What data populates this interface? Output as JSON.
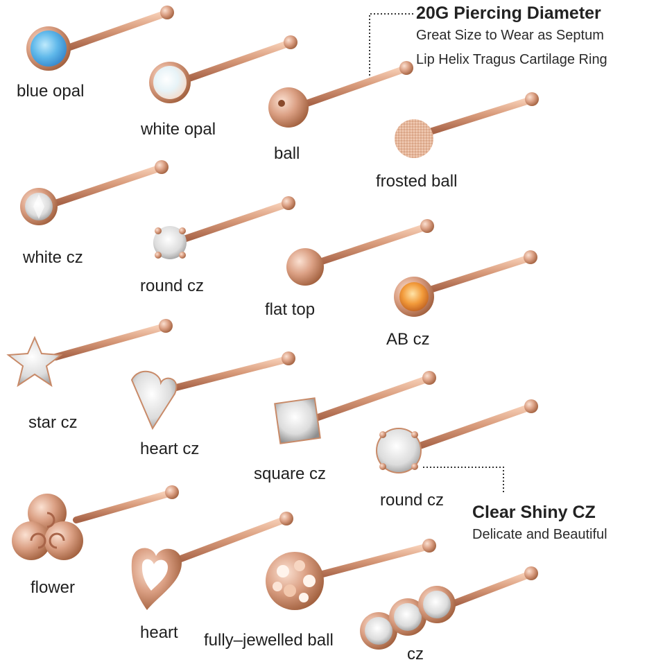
{
  "colors": {
    "metal": "#d89a78",
    "metal_light": "#f2c3a8",
    "metal_dark": "#a86448",
    "label_text": "#1f1f1f",
    "dotted_line": "#333333",
    "background": "#ffffff"
  },
  "callouts": {
    "top": {
      "title": "20G Piercing Diameter",
      "line1": "Great Size to Wear as Septum",
      "line2": "Lip Helix Tragus Cartilage Ring"
    },
    "middle": {
      "title": "Clear Shiny CZ",
      "line1": "Delicate and Beautiful"
    }
  },
  "items": [
    {
      "label": "blue opal",
      "icon": "blue-opal-stud"
    },
    {
      "label": "white opal",
      "icon": "white-opal-stud"
    },
    {
      "label": "ball",
      "icon": "ball-stud"
    },
    {
      "label": "frosted ball",
      "icon": "frosted-ball-stud"
    },
    {
      "label": "white cz",
      "icon": "white-cz-stud"
    },
    {
      "label": "round cz",
      "icon": "round-cz-stud"
    },
    {
      "label": "flat top",
      "icon": "flat-top-stud"
    },
    {
      "label": "AB cz",
      "icon": "ab-cz-stud"
    },
    {
      "label": "star cz",
      "icon": "star-cz-stud"
    },
    {
      "label": "heart cz",
      "icon": "heart-cz-stud"
    },
    {
      "label": "square cz",
      "icon": "square-cz-stud"
    },
    {
      "label": "round cz",
      "icon": "round-cz-prong-stud"
    },
    {
      "label": "flower",
      "icon": "flower-stud"
    },
    {
      "label": "heart",
      "icon": "heart-stud"
    },
    {
      "label": "fully–jewelled ball",
      "icon": "jewelled-ball-stud"
    },
    {
      "label": "cz",
      "icon": "triple-cz-stud"
    }
  ]
}
